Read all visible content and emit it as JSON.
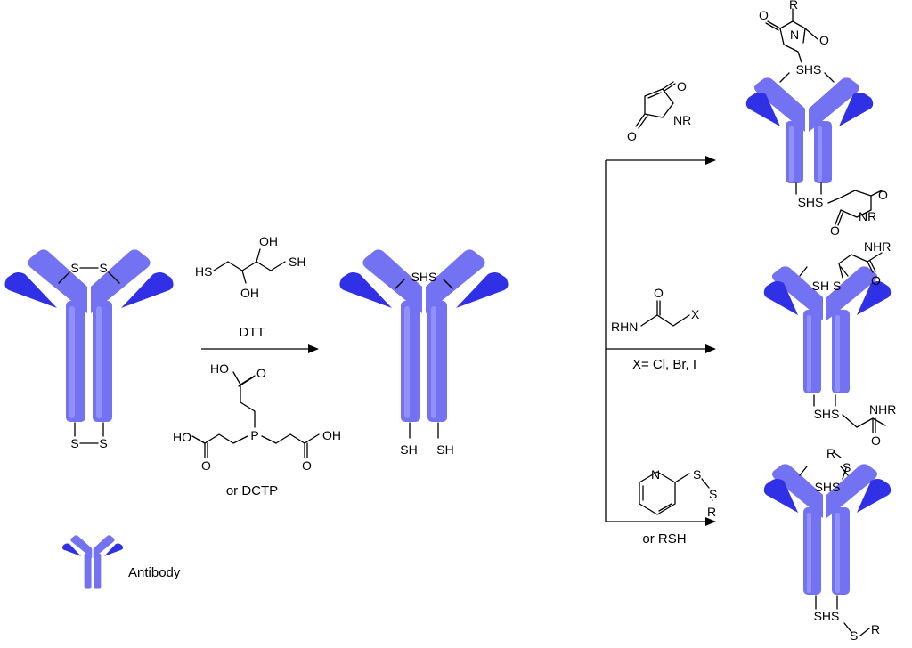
{
  "colors": {
    "antibody_body": "#6f6ff2",
    "antibody_highlight": "#8e8ef7",
    "antibody_shadow": "#4f4fd8",
    "antibody_fab_dark": "#2e2ee8",
    "bond": "#000000"
  },
  "reagents": {
    "dtt_label": "DTT",
    "dctp_label": "or DCTP",
    "haloacetamide_condition": "X= Cl, Br, I",
    "pyridyl_condition": "or RSH"
  },
  "legend": {
    "label": "Antibody"
  },
  "atoms": {
    "S": "S",
    "SH": "SH",
    "SHS": "SHS",
    "SH_S": "SH S",
    "HS": "HS",
    "OH": "OH",
    "HO": "HO",
    "O": "O",
    "P": "P",
    "N": "N",
    "NR": "NR",
    "R": "R",
    "RHN": "RHN",
    "NHR": "NHR",
    "X": "X"
  }
}
